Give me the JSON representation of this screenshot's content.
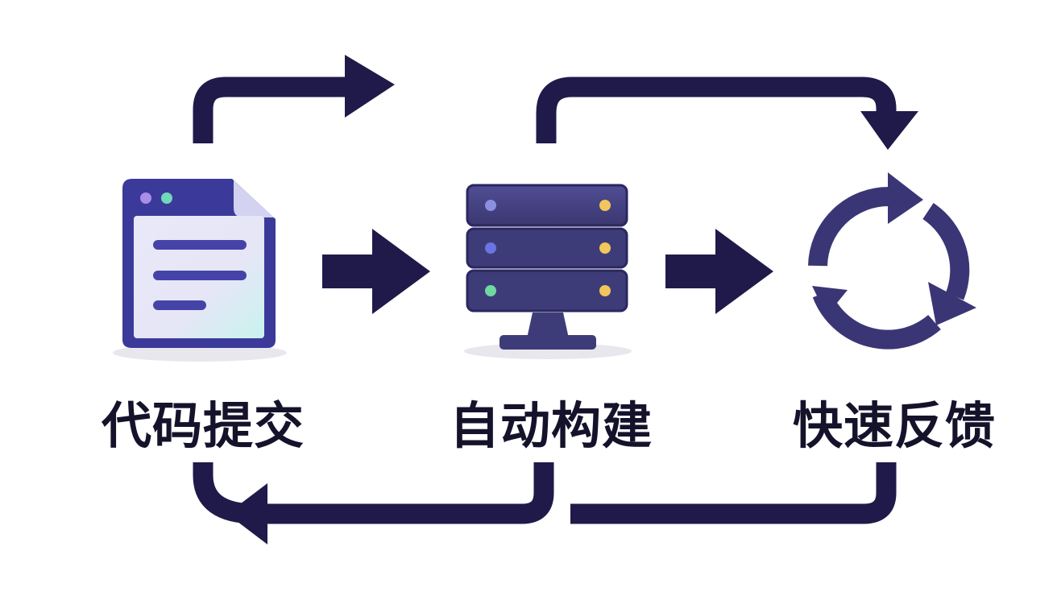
{
  "stages": [
    {
      "label": "代码提交",
      "icon": "code-document-icon"
    },
    {
      "label": "自动构建",
      "icon": "server-stack-icon"
    },
    {
      "label": "快速反馈",
      "icon": "cycle-refresh-icon"
    }
  ],
  "colors": {
    "arrow": "#1f1a4a",
    "doc_frame": "#3b3a9a",
    "doc_body": "#e7e6f7",
    "server": "#3d3b78",
    "cycle": "#3a3675",
    "label": "#15132b"
  }
}
